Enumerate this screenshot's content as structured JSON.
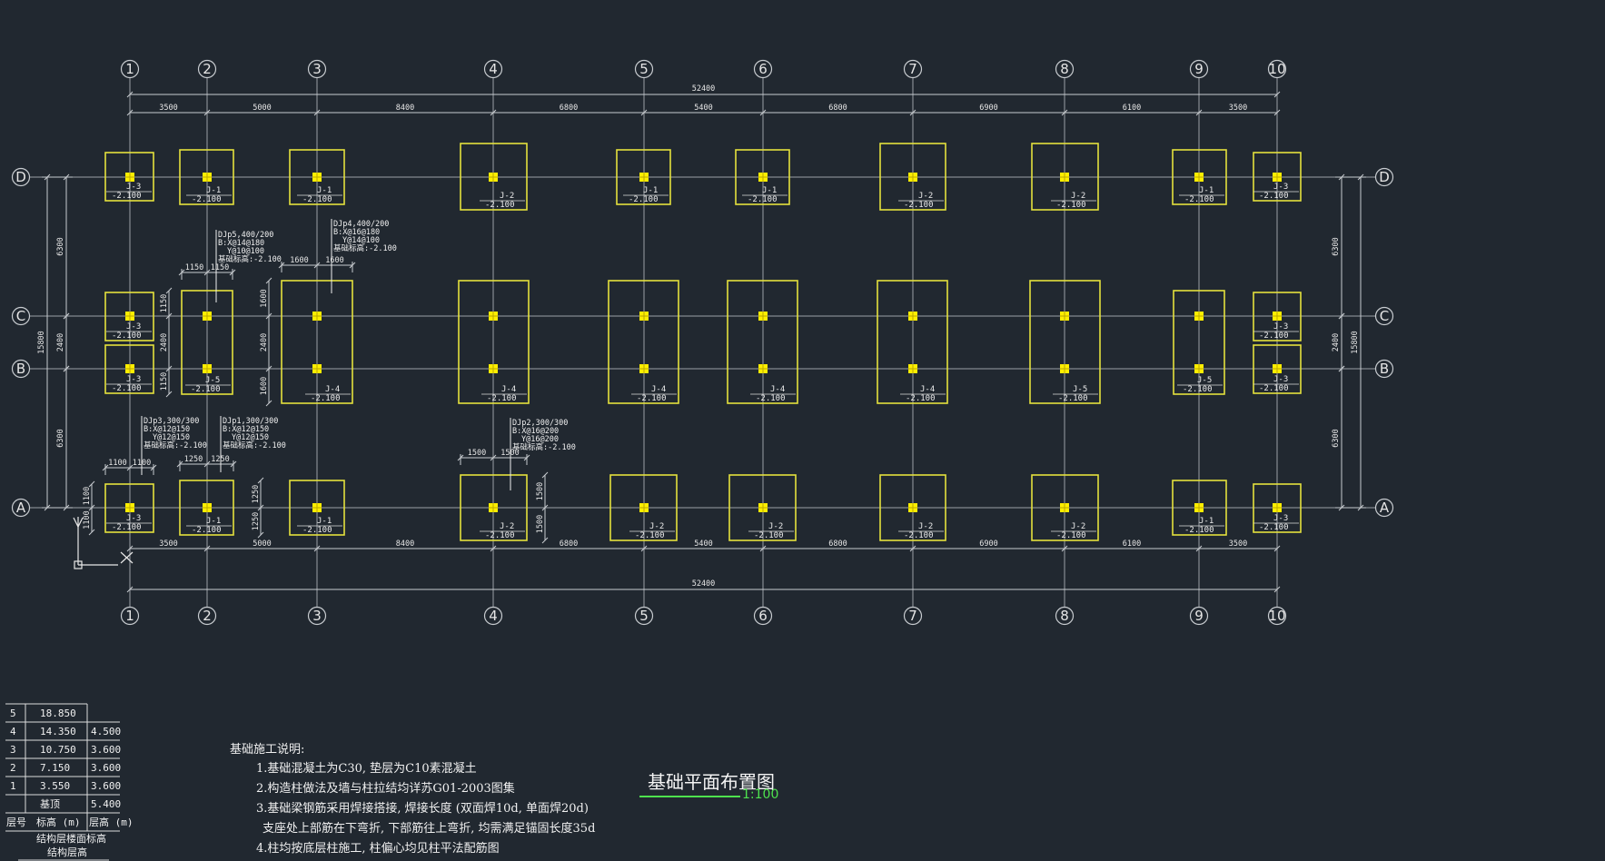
{
  "title": "基础平面布置图",
  "scale": "1:100",
  "column_axes": [
    "1",
    "2",
    "3",
    "4",
    "5",
    "6",
    "7",
    "8",
    "9",
    "10"
  ],
  "row_axes": [
    "D",
    "C",
    "B",
    "A"
  ],
  "dims_top": [
    "3500",
    "5000",
    "8400",
    "6800",
    "5400",
    "6800",
    "6900",
    "6100",
    "3500"
  ],
  "dims_total": "52400",
  "dims_left_outer": "15800",
  "dims_left_inner": [
    "6300",
    "2400",
    "6300"
  ],
  "dims_right_outer": "15800",
  "dims_right_inner": [
    "6300",
    "2400",
    "6300"
  ],
  "elevation": "-2.100",
  "footings": {
    "row_D": [
      "J-3",
      "J-1",
      "J-1",
      "J-2",
      "J-1",
      "J-1",
      "J-2",
      "J-2",
      "J-1",
      "J-3"
    ],
    "row_CB": [
      "J-3",
      "J-3",
      "J-5",
      "J-4",
      "J-4",
      "J-4",
      "J-4",
      "J-4",
      "J-5",
      "J-3",
      "J-3"
    ],
    "row_A": [
      "J-3",
      "J-1",
      "J-1",
      "J-2",
      "J-2",
      "J-2",
      "J-2",
      "J-2",
      "J-1",
      "J-3"
    ]
  },
  "annotations": {
    "DJp5": [
      "DJp5,400/200",
      "B:X@14@180",
      "Y@10@100",
      "基础标高:-2.100"
    ],
    "DJp4": [
      "DJp4,400/200",
      "B:X@16@180",
      "Y@14@100",
      "基础标高:-2.100"
    ],
    "DJp3": [
      "DJp3,300/300",
      "B:X@12@150",
      "Y@12@150",
      "基础标高:-2.100"
    ],
    "DJp1": [
      "DJp1,300/300",
      "B:X@12@150",
      "Y@12@150",
      "基础标高:-2.100"
    ],
    "DJp2": [
      "DJp2,300/300",
      "B:X@16@200",
      "Y@16@200",
      "基础标高:-2.100"
    ]
  },
  "local_dims": {
    "j5_top": [
      "1150",
      "1150"
    ],
    "j4_top": [
      "1600",
      "1600"
    ],
    "j5_side": [
      "1150",
      "2400",
      "1150"
    ],
    "j4_side": [
      "1600",
      "2400",
      "1600"
    ],
    "j3_top": [
      "1100",
      "1100"
    ],
    "j1_top": [
      "1250",
      "1250"
    ],
    "j2_top": [
      "1500",
      "1500"
    ],
    "j3_side": [
      "1100",
      "1100"
    ],
    "j1_side": [
      "1250",
      "1250"
    ],
    "j2_side": [
      "1500",
      "1500"
    ]
  },
  "notes": {
    "heading": "基础施工说明:",
    "lines": [
      "1.基础混凝土为C30, 垫层为C10素混凝土",
      "2.构造柱做法及墙与柱拉结均详苏G01-2003图集",
      "3.基础梁钢筋采用焊接搭接, 焊接长度 (双面焊10d, 单面焊20d)",
      "  支座处上部筋在下弯折, 下部筋往上弯折, 均需满足锚固长度35d",
      "4.柱均按底层柱施工, 柱偏心均见柱平法配筋图"
    ]
  },
  "floor_table": {
    "rows": [
      [
        "5",
        "18.850",
        ""
      ],
      [
        "4",
        "14.350",
        "4.500"
      ],
      [
        "3",
        "10.750",
        "3.600"
      ],
      [
        "2",
        "7.150",
        "3.600"
      ],
      [
        "1",
        "3.550",
        "3.600"
      ],
      [
        "",
        "基顶",
        "5.400"
      ]
    ],
    "header": [
      "层号",
      "标高 (m)",
      "层高 (m)"
    ],
    "caption": [
      "结构层楼面标高",
      "结构层高"
    ]
  },
  "colors": {
    "background": "#212830",
    "footing": "#e4e23c",
    "column": "#ffee00",
    "scale_text": "#4ee24e",
    "axis": "#9aa0a6"
  }
}
